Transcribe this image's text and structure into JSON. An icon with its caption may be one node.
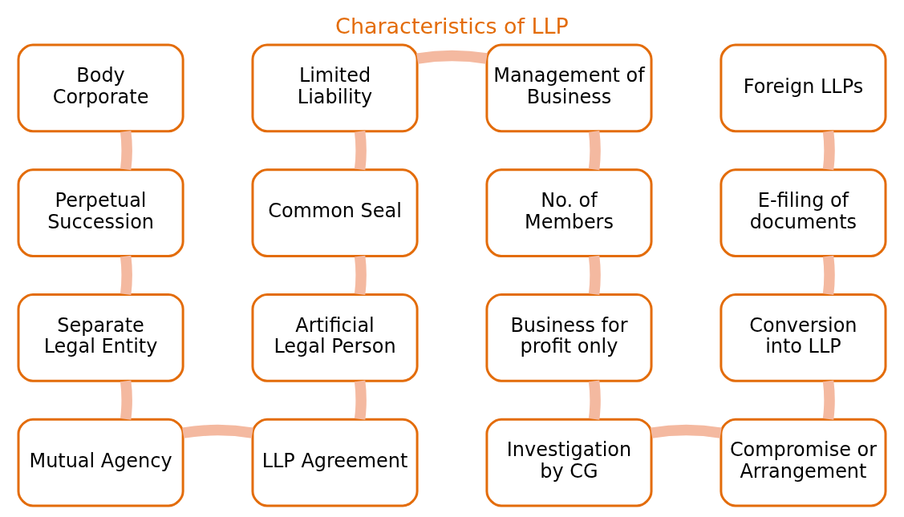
{
  "diagram": {
    "title": "Characteristics of LLP",
    "nodes": [
      {
        "text": [
          "Body Corporate"
        ]
      },
      {
        "text": [
          "Limited Liability"
        ]
      },
      {
        "text": [
          "Management of Business"
        ]
      },
      {
        "text": [
          "Foreign LLPs"
        ]
      },
      {
        "text": [
          "Perpetual Succession"
        ]
      },
      {
        "text": [
          "Common Seal"
        ]
      },
      {
        "text": [
          "No. of Members"
        ]
      },
      {
        "text": [
          "E-filing of documents"
        ]
      },
      {
        "text": [
          "Separate Legal Entity"
        ]
      },
      {
        "text": [
          "Artificial Legal Person"
        ]
      },
      {
        "text": [
          "Business for profit only"
        ]
      },
      {
        "text": [
          "Conversion into LLP"
        ]
      },
      {
        "text": [
          "Mutual Agency"
        ]
      },
      {
        "text": [
          "LLP Agreement"
        ]
      },
      {
        "text": [
          "Investigation by CG"
        ]
      },
      {
        "text": [
          "Compromise or Arrangement"
        ]
      }
    ],
    "edges": [
      {
        "from": 0,
        "to": 4,
        "arrow": "none"
      },
      {
        "from": 4,
        "to": 8,
        "arrow": "none"
      },
      {
        "from": 8,
        "to": 12,
        "arrow": "none"
      },
      {
        "from": 12,
        "to": 13,
        "arrow": "none"
      },
      {
        "from": 13,
        "to": 9,
        "arrow": "none"
      },
      {
        "from": 9,
        "to": 5,
        "arrow": "none"
      },
      {
        "from": 5,
        "to": 1,
        "arrow": "none"
      },
      {
        "from": 1,
        "to": 2,
        "arrow": "none"
      },
      {
        "from": 2,
        "to": 6,
        "arrow": "none"
      },
      {
        "from": 6,
        "to": 10,
        "arrow": "none"
      },
      {
        "from": 10,
        "to": 14,
        "arrow": "none"
      },
      {
        "from": 14,
        "to": 15,
        "arrow": "none"
      },
      {
        "from": 15,
        "to": 11,
        "arrow": "none"
      },
      {
        "from": 11,
        "to": 7,
        "arrow": "none"
      },
      {
        "from": 7,
        "to": 3,
        "arrow": "none"
      }
    ]
  }
}
